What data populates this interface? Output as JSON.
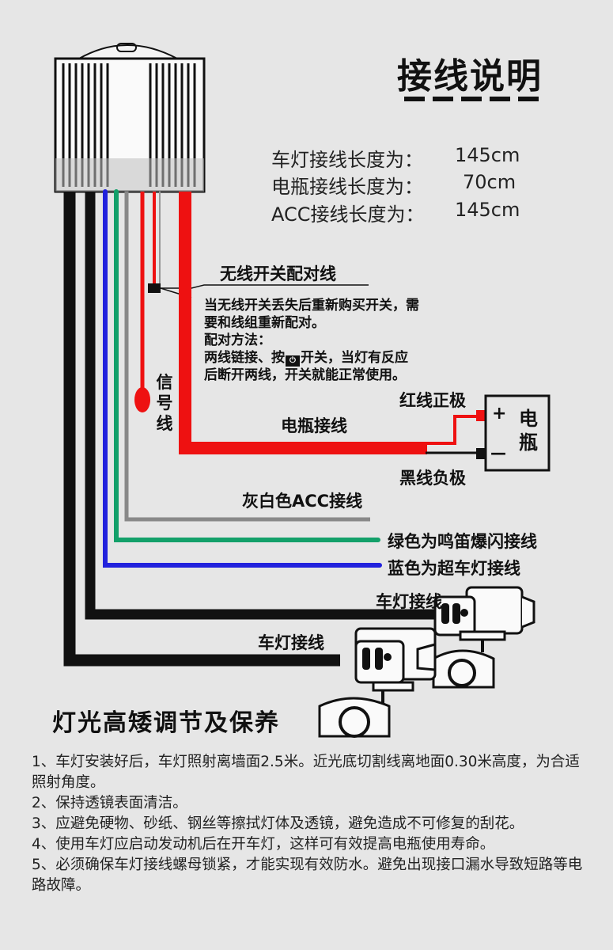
{
  "title": "接线说明",
  "specs": [
    {
      "label": "车灯接线长度为：",
      "value": "145cm"
    },
    {
      "label": "电瓶接线长度为：",
      "value": "70cm"
    },
    {
      "label": "ACC接线长度为：",
      "value": "145cm"
    }
  ],
  "wires": {
    "wireless_pair": "无线开关配对线",
    "pair_note": "当无线开关丢失后重新购买开关，需\n要和线组重新配对。\n配对方法：\n两线链接、按",
    "pair_note_tail": "开关，当灯有反应\n后断开两线，开关就能正常使用。",
    "signal": "信号线",
    "red_positive": "红线正极",
    "battery_wire": "电瓶接线",
    "black_negative": "黑线负极",
    "battery_box": "电瓶",
    "battery_plus": "+",
    "battery_minus": "—",
    "acc": "灰白色ACC接线",
    "green": "绿色为鸣笛爆闪接线",
    "blue": "蓝色为超车灯接线",
    "lamp1": "车灯接线",
    "lamp2": "车灯接线"
  },
  "colors": {
    "red": "#ee1111",
    "black": "#111111",
    "blue": "#2222dd",
    "green": "#13a06a",
    "gray": "#888888"
  },
  "section_title": "灯光高矮调节及保养",
  "tips": [
    "1、车灯安装好后，车灯照射离墙面2.5米。近光底切割线离地面0.30米高度，为合适照射角度。",
    "2、保持透镜表面清洁。",
    "3、应避免硬物、砂纸、钢丝等擦拭灯体及透镜，避免造成不可修复的刮花。",
    "4、使用车灯应启动发动机后在开车灯，这样可有效提高电瓶使用寿命。",
    "5、必须确保车灯接线螺母锁紧，才能实现有效防水。避免出现接口漏水导致短路等电路故障。"
  ]
}
